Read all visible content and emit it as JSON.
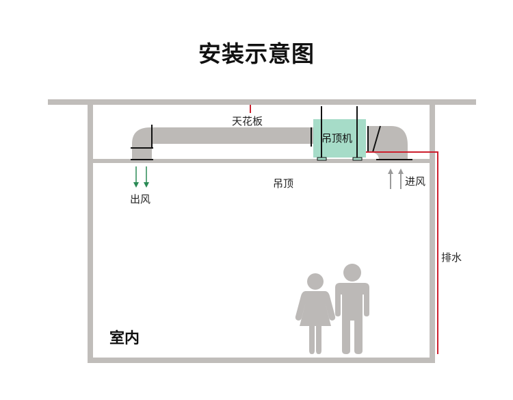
{
  "title": "安装示意图",
  "labels": {
    "ceiling_slab": "天花板",
    "unit": "吊顶机",
    "suspended_ceiling": "吊顶",
    "air_out": "出风",
    "air_in": "进风",
    "drain": "排水",
    "indoor": "室内"
  },
  "colors": {
    "wall": "#c0bdba",
    "duct": "#bdbab7",
    "unit_fill": "#a6dcc8",
    "drain_line": "#cc1f2d",
    "outlet_arrow": "#2a8a55",
    "inlet_arrow": "#9a9a9a",
    "person": "#bcb9b7",
    "text": "#222222"
  },
  "people": [
    {
      "type": "woman-icon"
    },
    {
      "type": "man-icon"
    }
  ]
}
